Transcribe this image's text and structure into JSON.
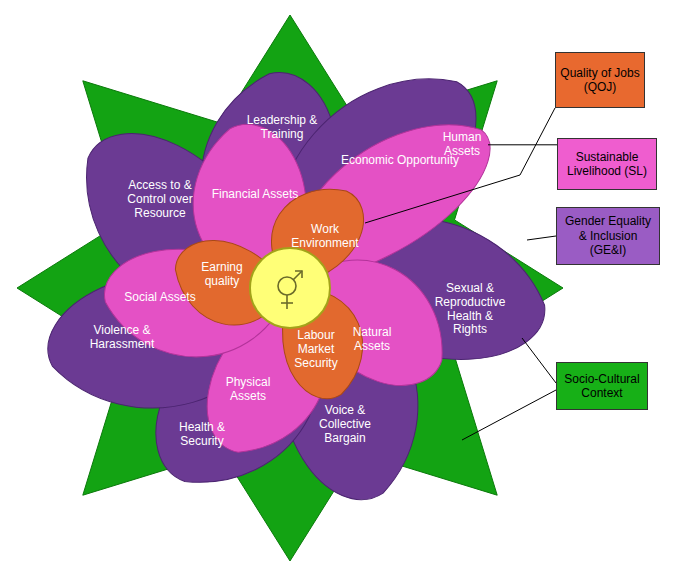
{
  "diagram": {
    "nodes": [
      {
        "text": [
          "Leadership & Training"
        ]
      },
      {
        "text": [
          "Access to & Control over Resource"
        ]
      },
      {
        "text": [
          "Economic Opportunity"
        ]
      },
      {
        "text": [
          "Financial Assets"
        ]
      },
      {
        "text": [
          "Human Assets"
        ]
      },
      {
        "text": [
          "Work Environment"
        ]
      },
      {
        "text": [
          "Earning quality"
        ]
      },
      {
        "text": [
          "Social Assets"
        ]
      },
      {
        "text": [
          "Sexual & Reproductive Health & Rights"
        ]
      },
      {
        "text": [
          "Natural Assets"
        ]
      },
      {
        "text": [
          "Labour Market Security"
        ]
      },
      {
        "text": [
          "Violence & Harassment"
        ]
      },
      {
        "text": [
          "Physical Assets"
        ]
      },
      {
        "text": [
          "Voice & Collective Bargain"
        ]
      },
      {
        "text": [
          "Health & Security"
        ]
      },
      {
        "text": [
          "Quality of Jobs (QOJ)"
        ]
      },
      {
        "text": [
          "Sustainable Livelihood (SL)"
        ]
      },
      {
        "text": [
          "Gender Equality & Inclusion (GE&I)"
        ]
      },
      {
        "text": [
          "Socio-Cultural Context"
        ]
      }
    ],
    "edges": [
      {
        "from": 15,
        "to": 5,
        "arrow": "none"
      },
      {
        "from": 16,
        "to": 4,
        "arrow": "none"
      }
    ]
  }
}
